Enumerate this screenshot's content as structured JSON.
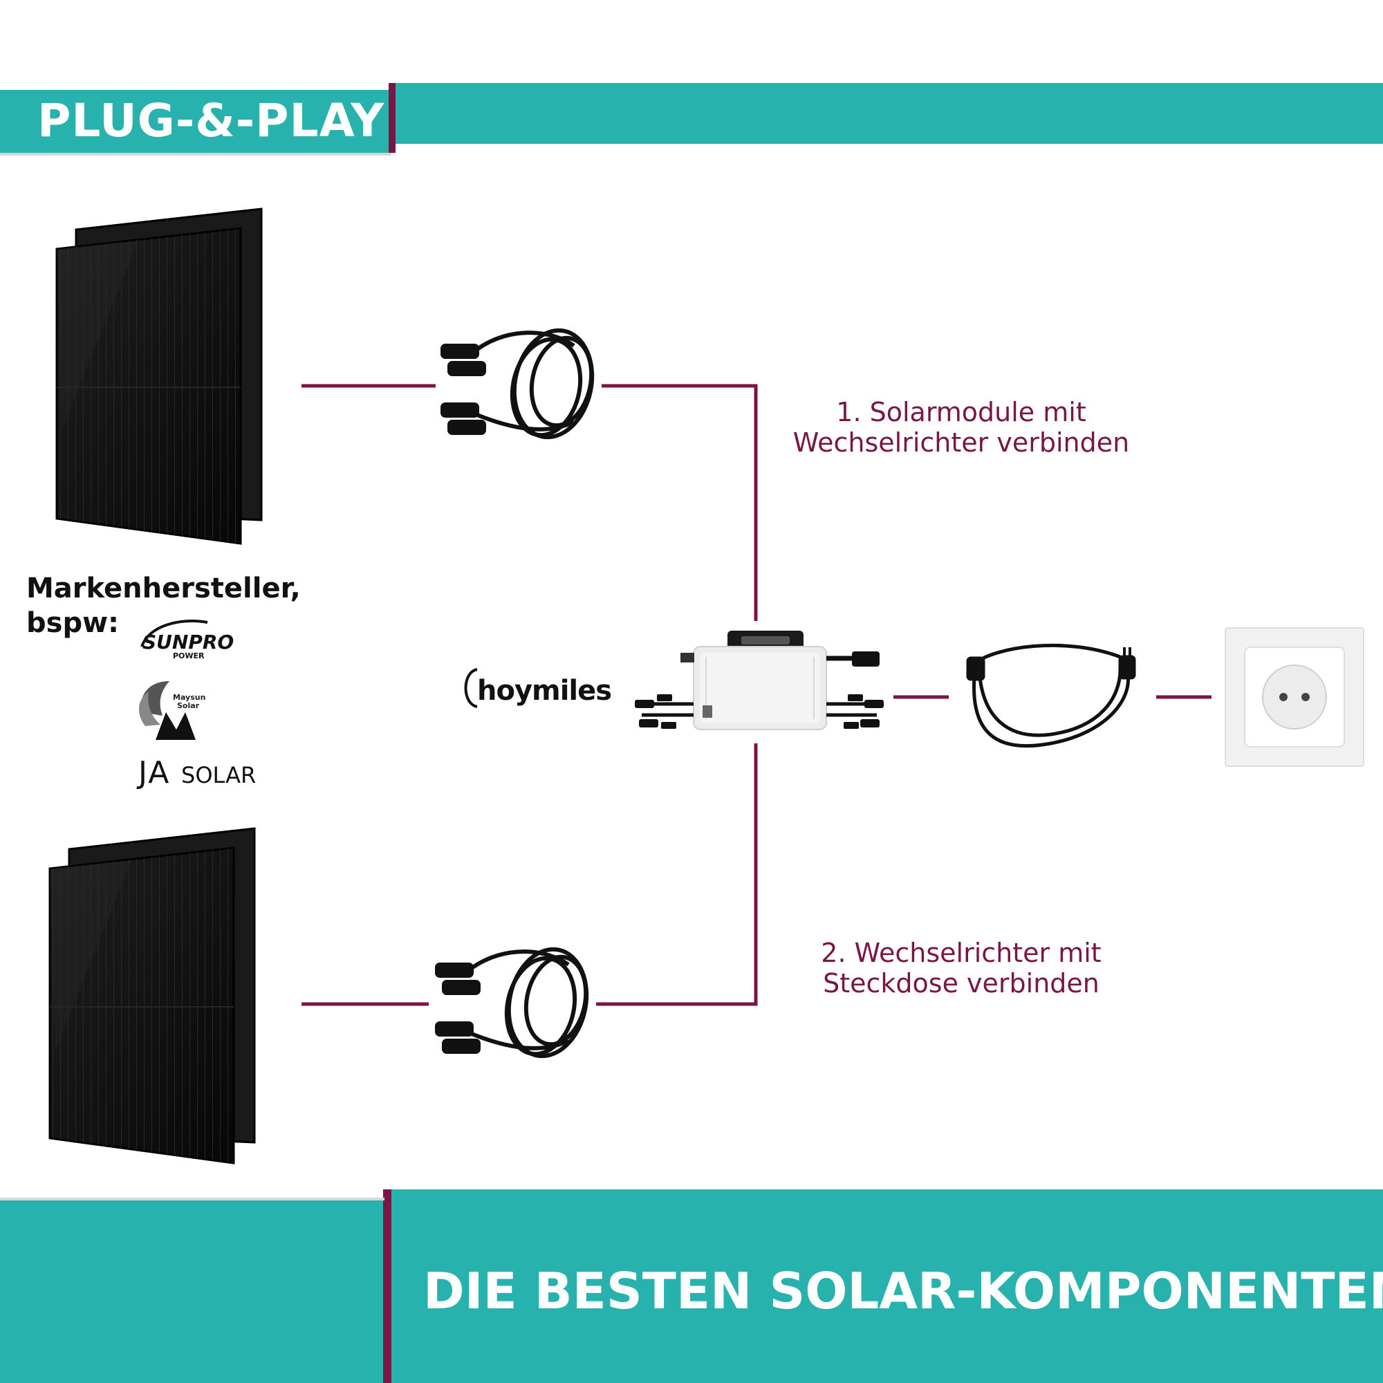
{
  "header": {
    "title": "PLUG-&-PLAY"
  },
  "steps": {
    "step1_line1": "1. Solarmodule mit",
    "step1_line2": "Wechselrichter verbinden",
    "step2_line1": "2. Wechselrichter mit",
    "step2_line2": "Steckdose verbinden"
  },
  "brands": {
    "label_line1": "Markenhersteller,",
    "label_line2": "bspw:",
    "sunpro": "SUNPRO",
    "sunpro_sub": "POWER",
    "maysun_line1": "Maysun",
    "maysun_line2": "Solar",
    "ja": "JA",
    "ja_solar": "SOLAR"
  },
  "inverter": {
    "brand": "hoymiles"
  },
  "footer": {
    "title": "DIE BESTEN SOLAR-KOMPONENTEN"
  },
  "colors": {
    "teal": "#27b2ae",
    "maroon": "#7a1645",
    "panel": "#141414",
    "white": "#ffffff"
  }
}
